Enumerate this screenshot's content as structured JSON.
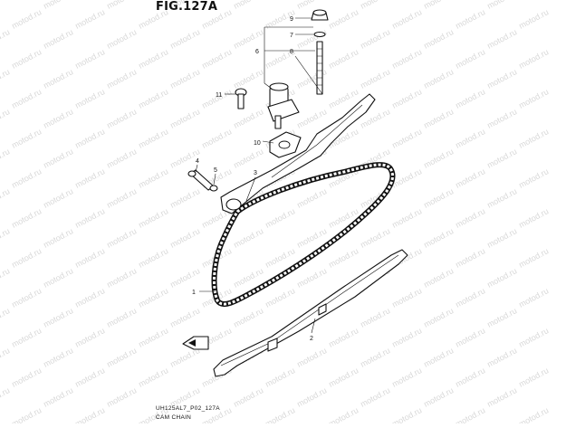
{
  "figure": {
    "title": "FIG.127A",
    "code": "UH125AL7_P02_127A",
    "name": "CAM CHAIN"
  },
  "watermark": "motod.ru",
  "callouts": [
    "9",
    "7",
    "6",
    "8",
    "11",
    "10",
    "4",
    "5",
    "3",
    "1",
    "2"
  ],
  "colors": {
    "line": "#111111",
    "watermark": "#d8d8d8",
    "background": "#ffffff"
  },
  "icons": {
    "front_arrow": "arrow-front-icon"
  }
}
